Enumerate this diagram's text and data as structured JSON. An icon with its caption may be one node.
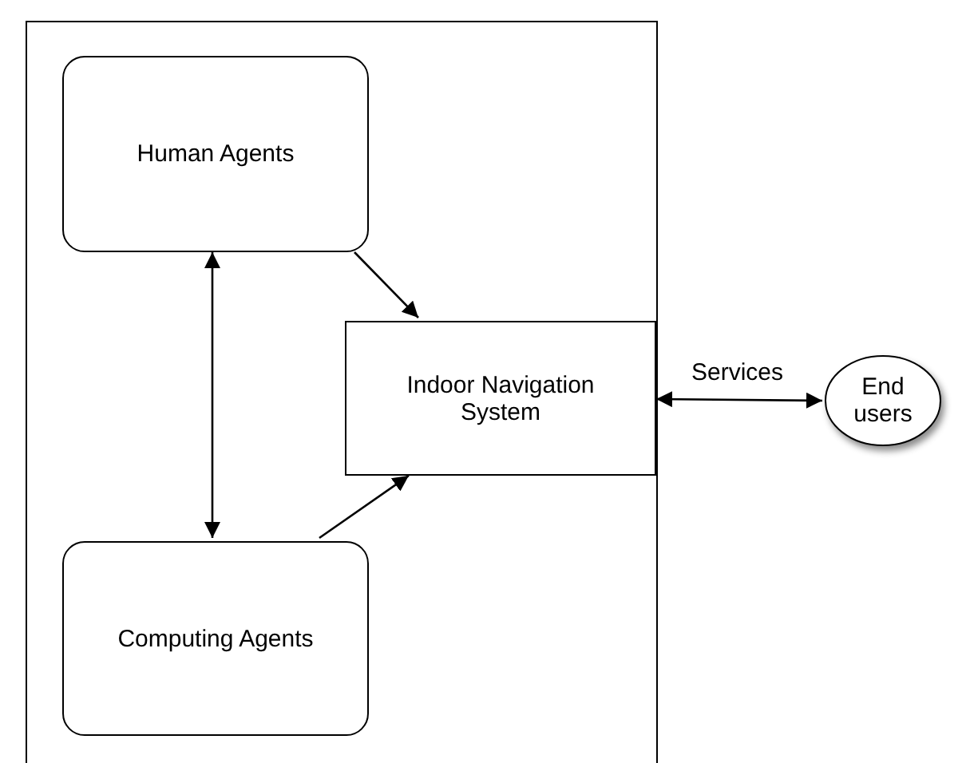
{
  "diagram": {
    "nodes": [
      {
        "text": [],
        "shape": "box"
      },
      {
        "text": [
          "Human Agents"
        ],
        "in": 0
      },
      {
        "text": [
          "Indoor Navigation System"
        ],
        "in": 0
      },
      {
        "text": [
          "Computing Agents"
        ],
        "in": 0
      },
      {
        "text": [
          "End users"
        ]
      }
    ],
    "edges": [
      {
        "from": 1,
        "to": 2,
        "arrow": "to"
      },
      {
        "from": 3,
        "to": 2,
        "arrow": "to"
      },
      {
        "from": 1,
        "to": 3,
        "arrow": "both"
      },
      {
        "from": 2,
        "to": 4,
        "arrow": "both",
        "label": "Services"
      }
    ]
  }
}
